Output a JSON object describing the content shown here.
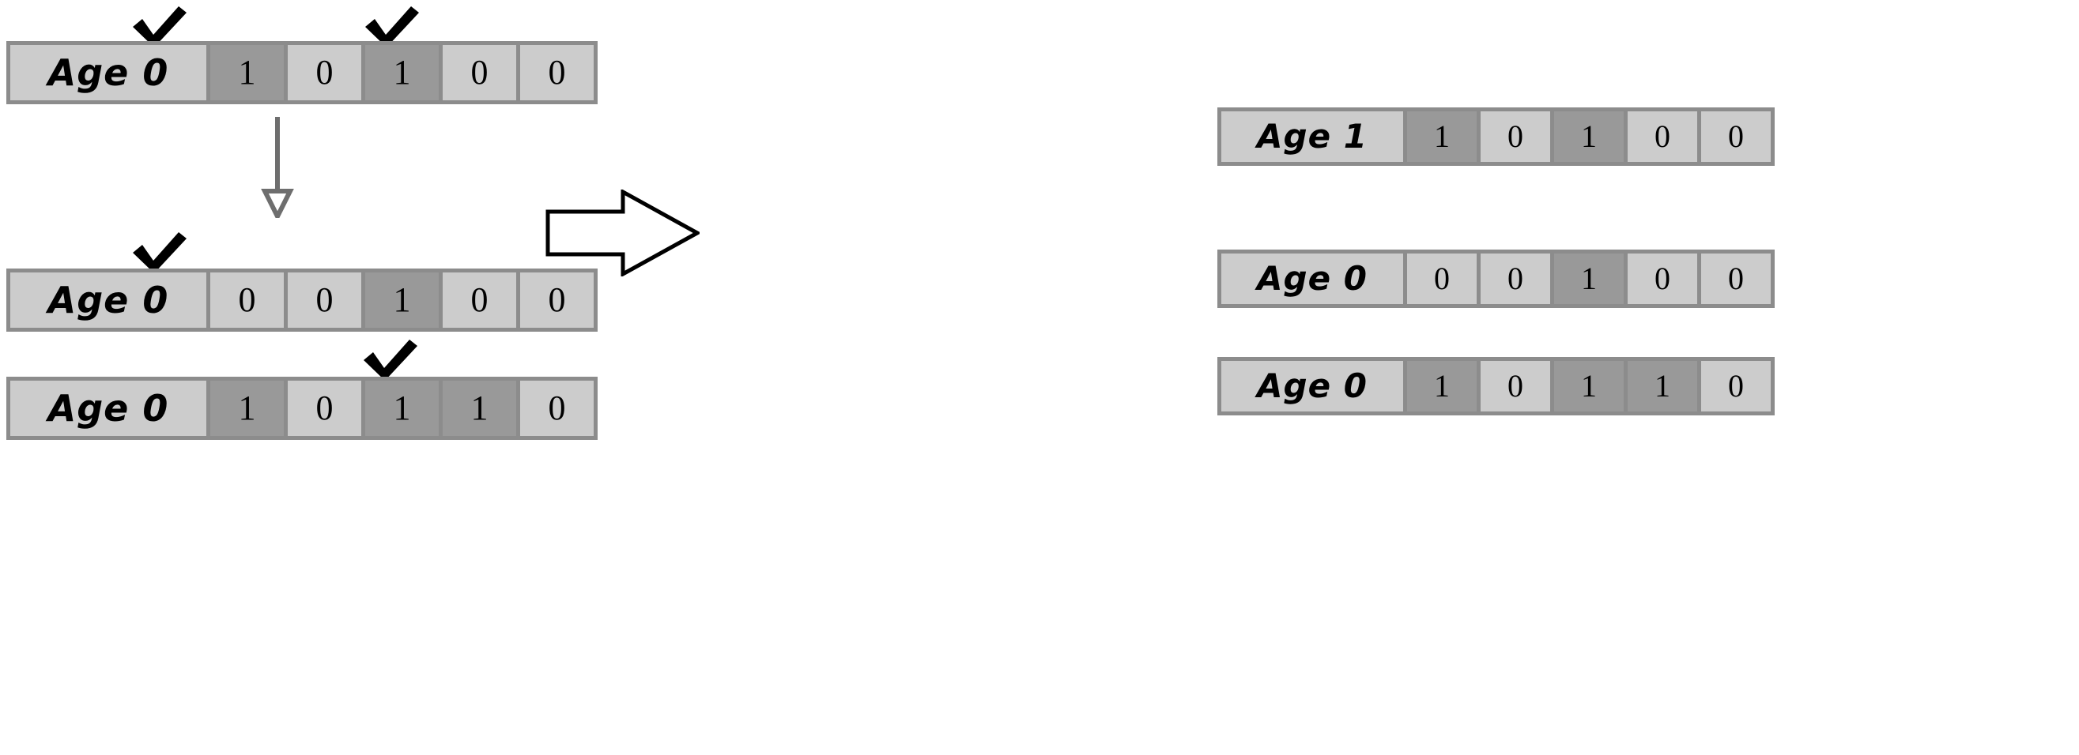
{
  "diagram": {
    "title": "genetic-algorithm-crossover-mutation",
    "colors": {
      "bit_zero_bg": "#cccccc",
      "bit_one_bg": "#999999",
      "frame": "#8c8c8c",
      "arrow_gray": "#6e6e6e",
      "check_black": "#000000",
      "background": "#ffffff"
    }
  },
  "left_panel": {
    "strips": [
      {
        "name": "parent-strip-a",
        "label": "Age 0",
        "bits": [
          "1",
          "0",
          "1",
          "0",
          "0"
        ],
        "shaded": [
          true,
          false,
          true,
          false,
          false
        ],
        "checks": [
          0,
          3
        ]
      },
      {
        "name": "parent-strip-b",
        "label": "Age 0",
        "bits": [
          "0",
          "0",
          "1",
          "0",
          "0"
        ],
        "shaded": [
          false,
          false,
          true,
          false,
          false
        ],
        "checks": [
          0
        ]
      },
      {
        "name": "parent-strip-c",
        "label": "Age 0",
        "bits": [
          "1",
          "0",
          "1",
          "1",
          "0"
        ],
        "shaded": [
          true,
          false,
          true,
          true,
          false
        ],
        "checks": [
          3
        ]
      }
    ],
    "mutation_arrow": {
      "name": "mutation-down-arrow",
      "direction": "down"
    }
  },
  "result_arrow": {
    "name": "result-block-arrow",
    "direction": "right"
  },
  "right_panel": {
    "strips": [
      {
        "name": "child-strip-a",
        "label": "Age 1",
        "bits": [
          "1",
          "0",
          "1",
          "0",
          "0"
        ],
        "shaded": [
          true,
          false,
          true,
          false,
          false
        ]
      },
      {
        "name": "child-strip-b",
        "label": "Age 0",
        "bits": [
          "0",
          "0",
          "1",
          "0",
          "0"
        ],
        "shaded": [
          false,
          false,
          true,
          false,
          false
        ]
      },
      {
        "name": "child-strip-c",
        "label": "Age 0",
        "bits": [
          "1",
          "0",
          "1",
          "1",
          "0"
        ],
        "shaded": [
          true,
          false,
          true,
          true,
          false
        ]
      }
    ]
  }
}
